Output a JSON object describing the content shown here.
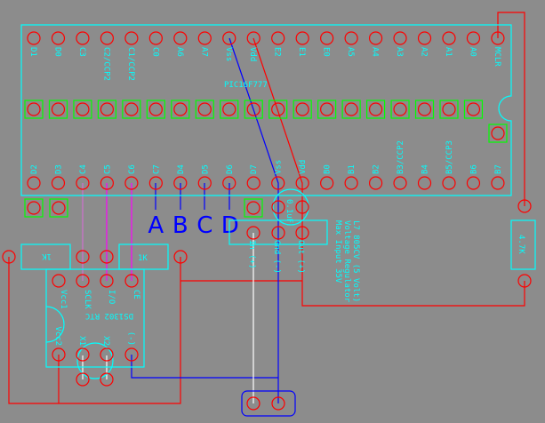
{
  "chip": {
    "name": "PIC16F777",
    "top_pins": [
      "D1",
      "D0",
      "C3",
      "C2/CCP2",
      "C1/CCP2",
      "C0",
      "A6",
      "A7",
      "Vss",
      "Vdd",
      "E2",
      "E1",
      "E0",
      "A5",
      "A4",
      "A3",
      "A2",
      "A1",
      "A0",
      "MCLR"
    ],
    "bottom_pins": [
      "D2",
      "D3",
      "C4",
      "C5",
      "C6",
      "C7",
      "D4",
      "D5",
      "D6",
      "D7",
      "Vss",
      "Vdd",
      "B0",
      "B1",
      "B2",
      "B3/CCP2",
      "B4",
      "B5/CCP3",
      "B6",
      "B7"
    ]
  },
  "markers": [
    "A",
    "B",
    "C",
    "D"
  ],
  "capacitor": "0.1uF",
  "regulator": {
    "pins": [
      "In (+)",
      "Gnd (-)",
      "Out (+)"
    ],
    "lines": [
      "L7 805CV (5 Volt)",
      "Voltage Regulator",
      "Max Input 35V"
    ]
  },
  "pullup": "4.7K",
  "rtc": {
    "name": "DS1302 RTC",
    "top_pins": [
      "Vcc1",
      "SCLK",
      "I/O",
      "CE"
    ],
    "bottom_pins": [
      "Vcc2",
      "X1",
      "X2",
      "(-)"
    ],
    "resistor_left": "1K",
    "resistor_right": "1K"
  },
  "colors": {
    "background": "#8c8c8c",
    "silkscreen": "#00ffff",
    "pad": "#ff0000",
    "power": "#ff0000",
    "ground": "#0000ff",
    "signal": "#ff00ff"
  }
}
